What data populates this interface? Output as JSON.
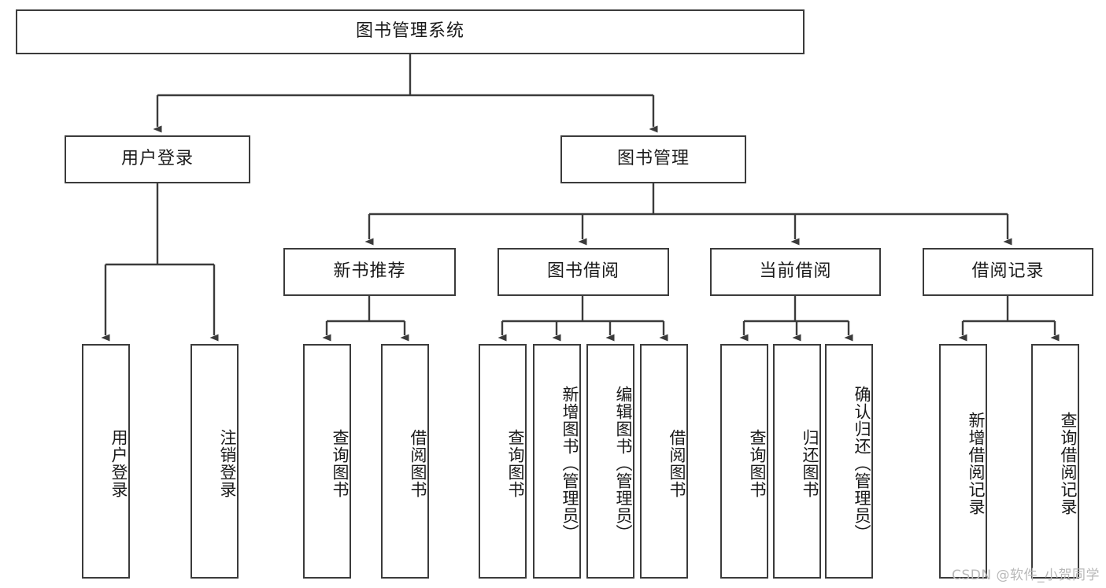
{
  "diagram": {
    "title": "图书管理系统",
    "type": "tree",
    "watermark": "CSDN @软件_小贺同学",
    "colors": {
      "box_border": "#3b3b3b",
      "box_fill": "#ffffff",
      "edge": "#3b3b3b",
      "text": "#1a1a1a",
      "watermark": "#b8b8b8",
      "background": "#ffffff"
    },
    "root": {
      "label": "图书管理系统",
      "orientation": "horizontal"
    },
    "level2": [
      {
        "id": "user-login",
        "label": "用户登录",
        "orientation": "horizontal"
      },
      {
        "id": "book-manage",
        "label": "图书管理",
        "orientation": "horizontal"
      }
    ],
    "level3": [
      {
        "id": "new-book-recommend",
        "label": "新书推荐",
        "orientation": "horizontal",
        "parent": "book-manage"
      },
      {
        "id": "book-borrow",
        "label": "图书借阅",
        "orientation": "horizontal",
        "parent": "book-manage"
      },
      {
        "id": "current-borrow",
        "label": "当前借阅",
        "orientation": "horizontal",
        "parent": "book-manage"
      },
      {
        "id": "borrow-record",
        "label": "借阅记录",
        "orientation": "horizontal",
        "parent": "book-manage"
      }
    ],
    "leaves": [
      {
        "id": "leaf-user-login",
        "label": "用户登录",
        "orientation": "vertical",
        "parent": "user-login"
      },
      {
        "id": "leaf-logout-login",
        "label": "注销登录",
        "orientation": "vertical",
        "parent": "user-login"
      },
      {
        "id": "leaf-query-book-1",
        "label": "查询图书",
        "orientation": "vertical",
        "parent": "new-book-recommend"
      },
      {
        "id": "leaf-borrow-book-1",
        "label": "借阅图书",
        "orientation": "vertical",
        "parent": "new-book-recommend"
      },
      {
        "id": "leaf-query-book-2",
        "label": "查询图书",
        "orientation": "vertical",
        "parent": "book-borrow"
      },
      {
        "id": "leaf-add-book",
        "label": "新增图书（管理员）",
        "orientation": "vertical",
        "parent": "book-borrow"
      },
      {
        "id": "leaf-edit-book",
        "label": "编辑图书（管理员）",
        "orientation": "vertical",
        "parent": "book-borrow"
      },
      {
        "id": "leaf-borrow-book-2",
        "label": "借阅图书",
        "orientation": "vertical",
        "parent": "book-borrow"
      },
      {
        "id": "leaf-query-book-3",
        "label": "查询图书",
        "orientation": "vertical",
        "parent": "current-borrow"
      },
      {
        "id": "leaf-return-book",
        "label": "归还图书",
        "orientation": "vertical",
        "parent": "current-borrow"
      },
      {
        "id": "leaf-confirm-return",
        "label": "确认归还（管理员）",
        "orientation": "vertical",
        "parent": "current-borrow"
      },
      {
        "id": "leaf-add-record",
        "label": "新增借阅记录",
        "orientation": "vertical",
        "parent": "borrow-record"
      },
      {
        "id": "leaf-query-record",
        "label": "查询借阅记录",
        "orientation": "vertical",
        "parent": "borrow-record"
      }
    ]
  }
}
